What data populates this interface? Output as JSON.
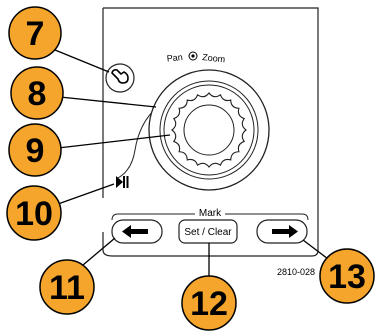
{
  "figure_code": "2810-028",
  "panel": {
    "dial_label_pan": "Pan",
    "dial_label_zoom": "Zoom",
    "mark_group_label": "Mark",
    "set_clear_label": "Set / Clear"
  },
  "callouts": [
    {
      "id": "c7",
      "number": "7"
    },
    {
      "id": "c8",
      "number": "8"
    },
    {
      "id": "c9",
      "number": "9"
    },
    {
      "id": "c10",
      "number": "10"
    },
    {
      "id": "c11",
      "number": "11"
    },
    {
      "id": "c12",
      "number": "12"
    },
    {
      "id": "c13",
      "number": "13"
    }
  ],
  "colors": {
    "callout_fill": "#F5A52B",
    "outline": "#000000",
    "panel_line": "#222222",
    "button_fill": "#ffffff"
  }
}
